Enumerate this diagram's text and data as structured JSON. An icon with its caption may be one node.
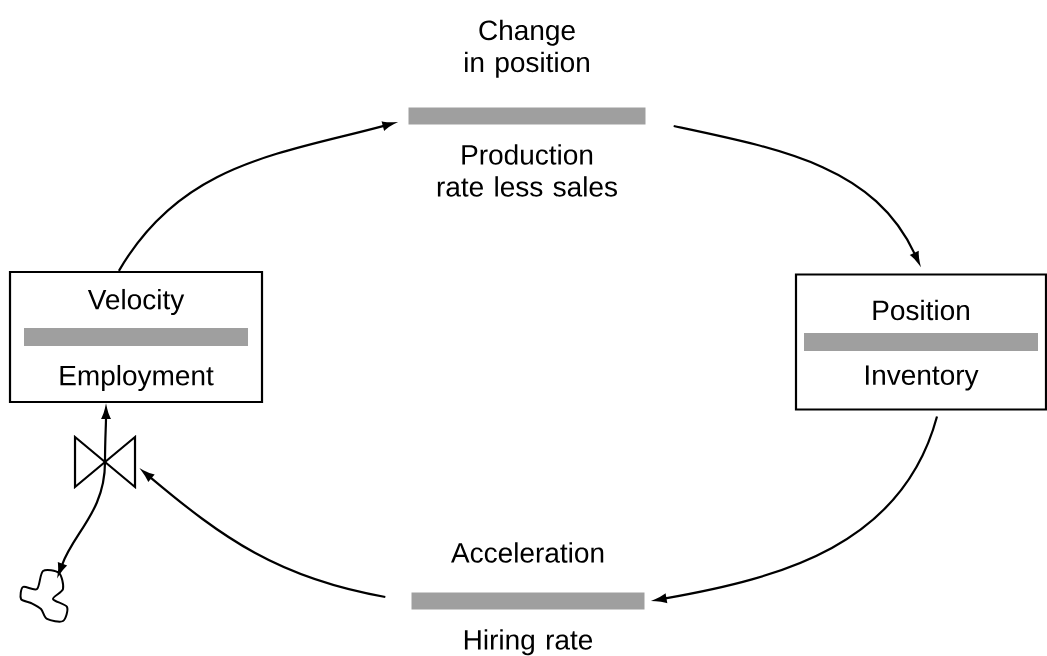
{
  "diagram": {
    "nodes": [
      {
        "text": [
          "Velocity",
          "Employment"
        ]
      },
      {
        "text": [
          "Change in position",
          "Production rate less sales"
        ]
      },
      {
        "text": [
          "Position",
          "Inventory"
        ]
      },
      {
        "text": [
          "Acceleration",
          "Hiring rate"
        ]
      },
      {
        "text": [],
        "shape": "valve"
      },
      {
        "text": [],
        "shape": "cloud"
      }
    ],
    "edges": [
      {
        "from": 0,
        "to": 1,
        "arrow": "to"
      },
      {
        "from": 1,
        "to": 2,
        "arrow": "to"
      },
      {
        "from": 2,
        "to": 3,
        "arrow": "to"
      },
      {
        "from": 3,
        "to": 4,
        "arrow": "to"
      },
      {
        "from": 4,
        "to": 0,
        "arrow": "to"
      },
      {
        "from": 4,
        "to": 5,
        "arrow": "to"
      }
    ]
  }
}
